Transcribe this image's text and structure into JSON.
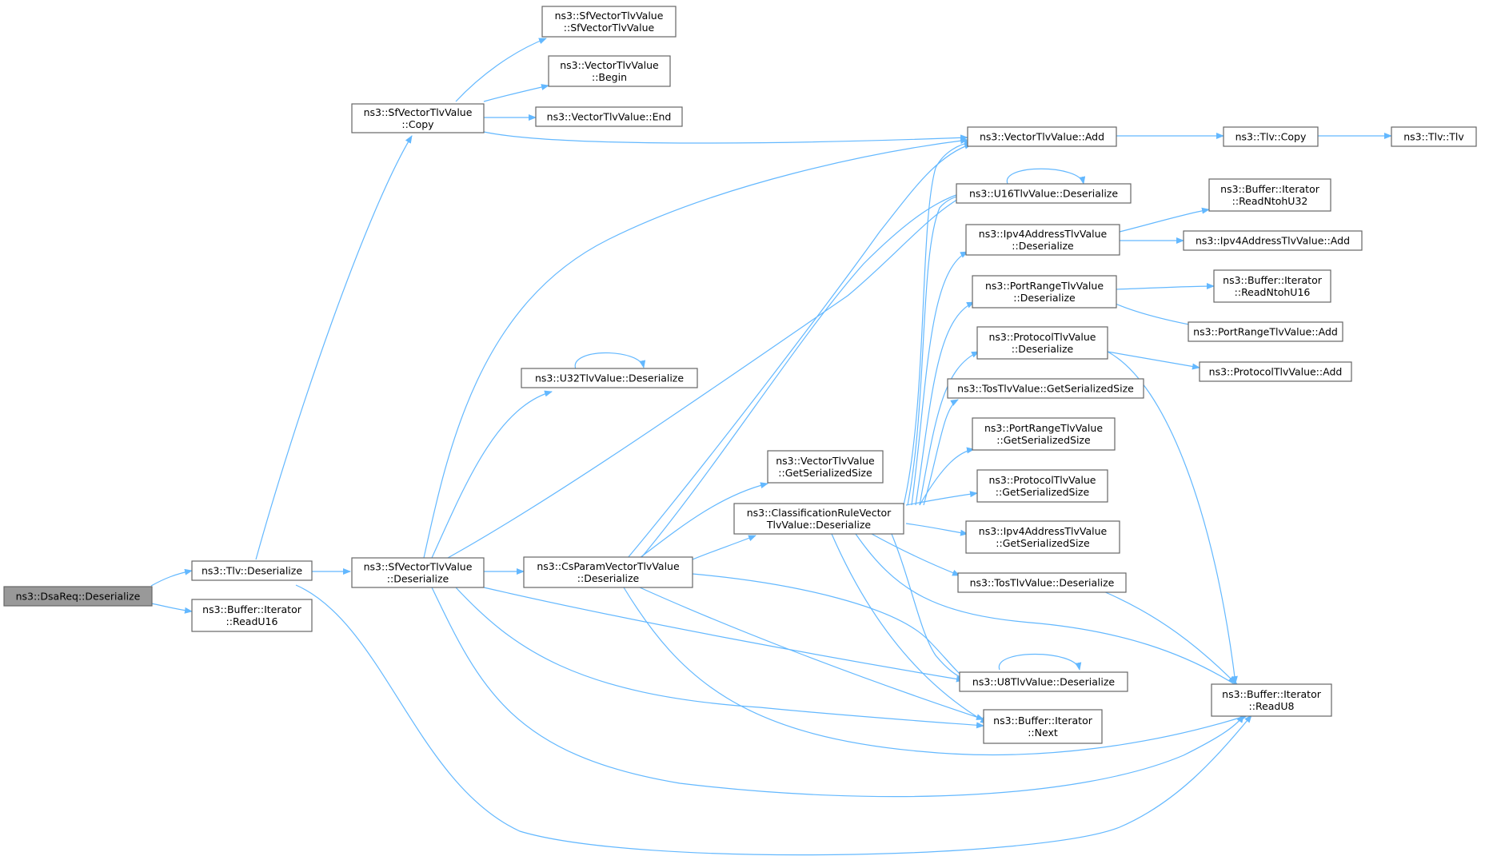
{
  "nodes": {
    "dsareq_deserialize": {
      "lines": [
        "ns3::DsaReq::Deserialize"
      ]
    },
    "tlv_deserialize": {
      "lines": [
        "ns3::Tlv::Deserialize"
      ]
    },
    "buffer_readu16": {
      "lines": [
        "ns3::Buffer::Iterator",
        "::ReadU16"
      ]
    },
    "sfvec_copy": {
      "lines": [
        "ns3::SfVectorTlvValue",
        "::Copy"
      ]
    },
    "sfvec_ctor": {
      "lines": [
        "ns3::SfVectorTlvValue",
        "::SfVectorTlvValue"
      ]
    },
    "vec_begin": {
      "lines": [
        "ns3::VectorTlvValue",
        "::Begin"
      ]
    },
    "vec_end": {
      "lines": [
        "ns3::VectorTlvValue::End"
      ]
    },
    "vec_add": {
      "lines": [
        "ns3::VectorTlvValue::Add"
      ]
    },
    "tlv_copy": {
      "lines": [
        "ns3::Tlv::Copy"
      ]
    },
    "tlv_tlv": {
      "lines": [
        "ns3::Tlv::Tlv"
      ]
    },
    "sfvec_deserialize": {
      "lines": [
        "ns3::SfVectorTlvValue",
        "::Deserialize"
      ]
    },
    "u32_deserialize": {
      "lines": [
        "ns3::U32TlvValue::Deserialize"
      ]
    },
    "csparam_deserialize": {
      "lines": [
        "ns3::CsParamVectorTlvValue",
        "::Deserialize"
      ]
    },
    "vec_getsize": {
      "lines": [
        "ns3::VectorTlvValue",
        "::GetSerializedSize"
      ]
    },
    "classrule_deserialize": {
      "lines": [
        "ns3::ClassificationRuleVector",
        "TlvValue::Deserialize"
      ]
    },
    "u16_deserialize": {
      "lines": [
        "ns3::U16TlvValue::Deserialize"
      ]
    },
    "ipv4_deserialize": {
      "lines": [
        "ns3::Ipv4AddressTlvValue",
        "::Deserialize"
      ]
    },
    "buffer_readntohu32": {
      "lines": [
        "ns3::Buffer::Iterator",
        "::ReadNtohU32"
      ]
    },
    "ipv4_add": {
      "lines": [
        "ns3::Ipv4AddressTlvValue::Add"
      ]
    },
    "portrange_deserialize": {
      "lines": [
        "ns3::PortRangeTlvValue",
        "::Deserialize"
      ]
    },
    "buffer_readntohu16": {
      "lines": [
        "ns3::Buffer::Iterator",
        "::ReadNtohU16"
      ]
    },
    "portrange_add": {
      "lines": [
        "ns3::PortRangeTlvValue::Add"
      ]
    },
    "protocol_deserialize": {
      "lines": [
        "ns3::ProtocolTlvValue",
        "::Deserialize"
      ]
    },
    "protocol_add": {
      "lines": [
        "ns3::ProtocolTlvValue::Add"
      ]
    },
    "tos_getsize": {
      "lines": [
        "ns3::TosTlvValue::GetSerializedSize"
      ]
    },
    "portrange_getsize": {
      "lines": [
        "ns3::PortRangeTlvValue",
        "::GetSerializedSize"
      ]
    },
    "protocol_getsize": {
      "lines": [
        "ns3::ProtocolTlvValue",
        "::GetSerializedSize"
      ]
    },
    "ipv4_getsize": {
      "lines": [
        "ns3::Ipv4AddressTlvValue",
        "::GetSerializedSize"
      ]
    },
    "tos_deserialize": {
      "lines": [
        "ns3::TosTlvValue::Deserialize"
      ]
    },
    "u8_deserialize": {
      "lines": [
        "ns3::U8TlvValue::Deserialize"
      ]
    },
    "buffer_next": {
      "lines": [
        "ns3::Buffer::Iterator",
        "::Next"
      ]
    },
    "buffer_readu8": {
      "lines": [
        "ns3::Buffer::Iterator",
        "::ReadU8"
      ]
    }
  },
  "colors": {
    "edge": "#63b8ff",
    "node_border": "#666666",
    "root_fill": "#999999",
    "node_fill": "#ffffff"
  }
}
